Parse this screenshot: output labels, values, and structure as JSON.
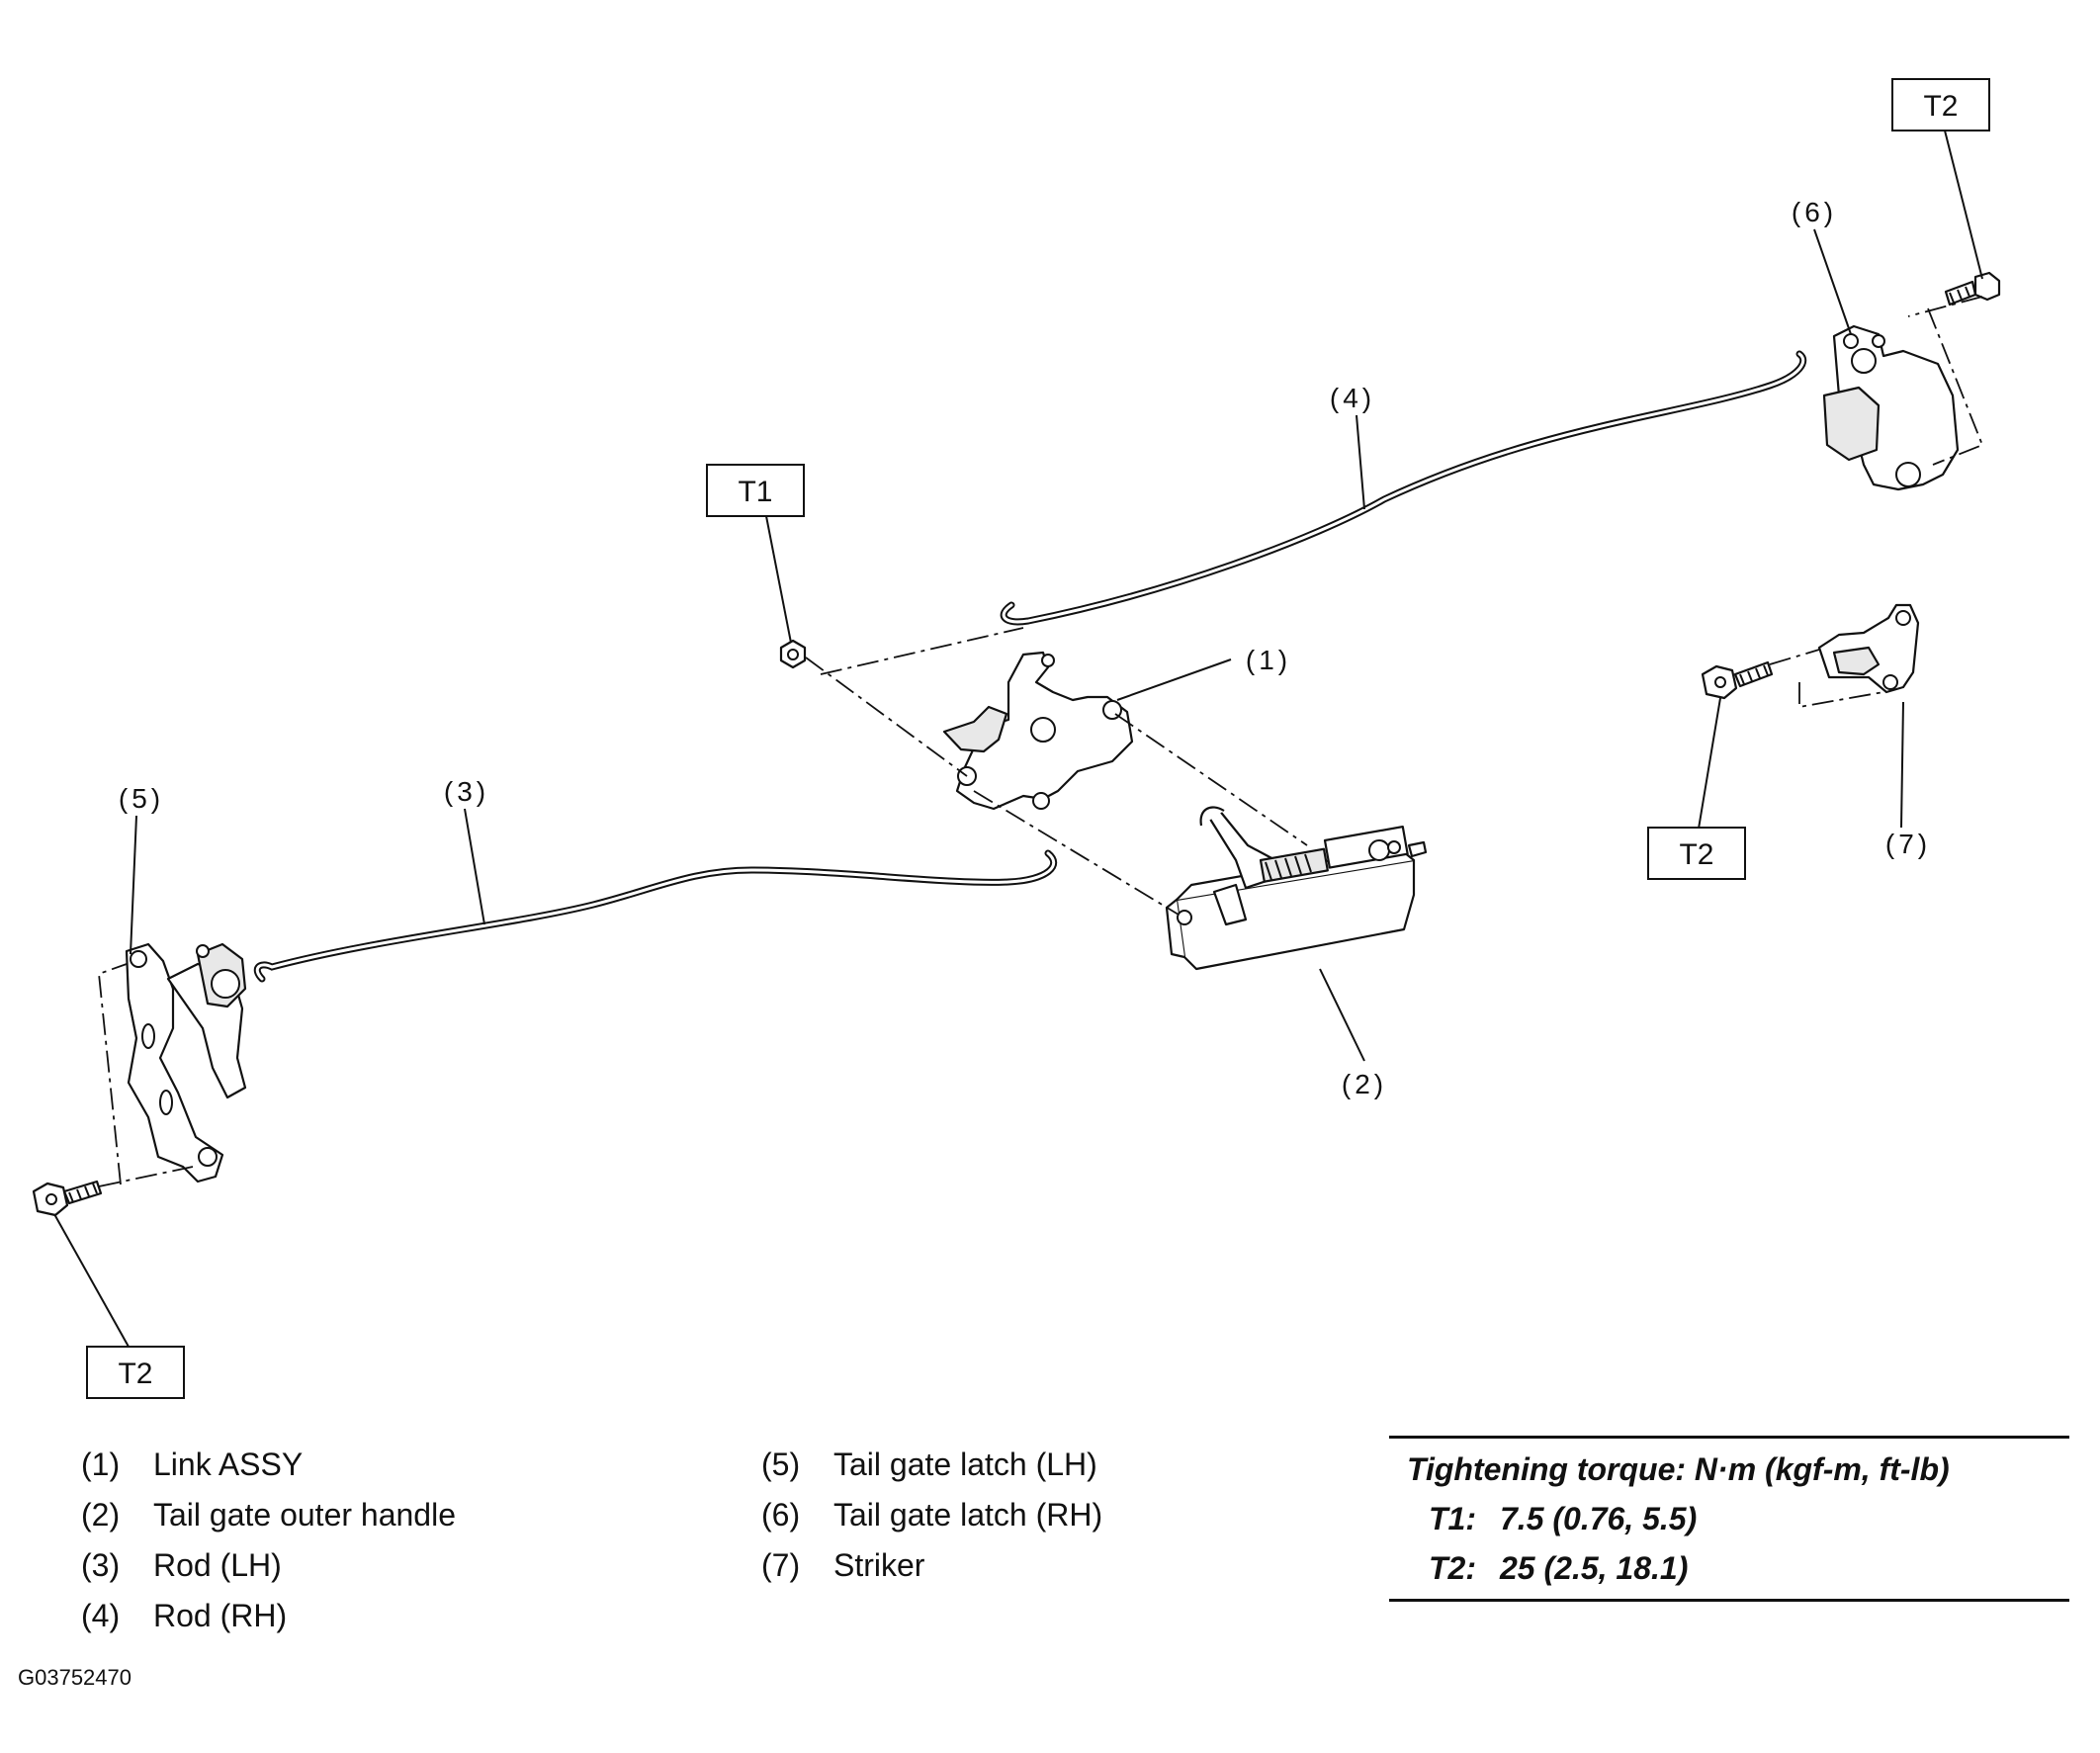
{
  "torque_markers": {
    "t1": "T1",
    "t2_top_right": "T2",
    "t2_striker": "T2",
    "t2_bottom_left": "T2"
  },
  "callouts": {
    "c1": "(1)",
    "c2": "(2)",
    "c3": "(3)",
    "c4": "(4)",
    "c5": "(5)",
    "c6": "(6)",
    "c7": "(7)"
  },
  "legend": {
    "col1": [
      {
        "num": "(1)",
        "label": "Link ASSY"
      },
      {
        "num": "(2)",
        "label": "Tail gate outer handle"
      },
      {
        "num": "(3)",
        "label": "Rod (LH)"
      },
      {
        "num": "(4)",
        "label": "Rod (RH)"
      }
    ],
    "col2": [
      {
        "num": "(5)",
        "label": "Tail gate latch (LH)"
      },
      {
        "num": "(6)",
        "label": "Tail gate latch (RH)"
      },
      {
        "num": "(7)",
        "label": "Striker"
      }
    ]
  },
  "torque_table": {
    "title": "Tightening torque: N·m (kgf-m, ft-lb)",
    "rows": [
      {
        "key": "T1:",
        "value": "7.5 (0.76, 5.5)"
      },
      {
        "key": "T2:",
        "value": "25 (2.5, 18.1)"
      }
    ]
  },
  "figure_code": "G03752470"
}
